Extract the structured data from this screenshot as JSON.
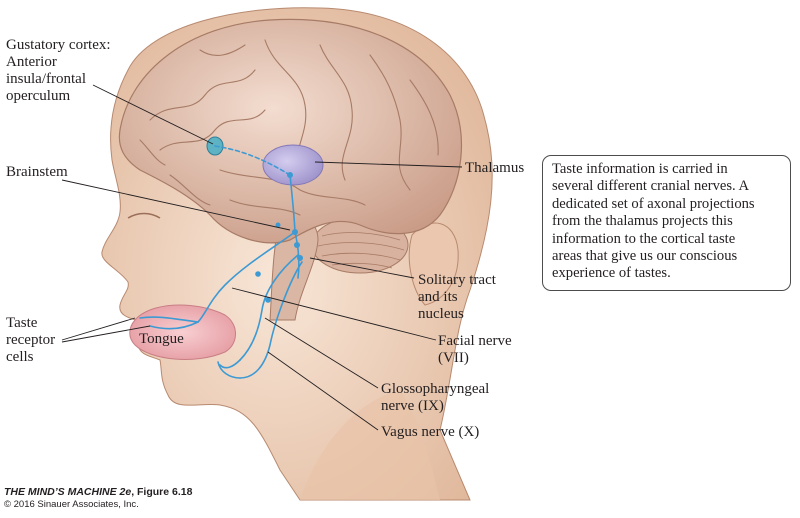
{
  "labels": {
    "gustatory_cortex": [
      "Gustatory cortex:",
      "Anterior",
      "insula/frontal",
      "operculum"
    ],
    "brainstem": "Brainstem",
    "thalamus": "Thalamus",
    "solitary_tract": [
      "Solitary tract",
      "and its",
      "nucleus"
    ],
    "taste_receptor_cells": [
      "Taste",
      "receptor",
      "cells"
    ],
    "tongue": "Tongue",
    "facial_nerve": [
      "Facial nerve",
      "(VII)"
    ],
    "glossopharyngeal_nerve": [
      "Glossopharyngeal",
      "nerve (IX)"
    ],
    "vagus_nerve": "Vagus nerve (X)"
  },
  "info_box": [
    "Taste information is carried in",
    "several different cranial nerves. A",
    "dedicated set of axonal projections",
    "from the thalamus projects this",
    "information to the cortical taste",
    "areas that give us our conscious",
    "experience of tastes."
  ],
  "credit": {
    "title_italic": "THE MIND’S MACHINE 2e",
    "title_rest": ", Figure 6.18",
    "copyright": "© 2016 Sinauer Associates, Inc."
  },
  "colors": {
    "skin": "#f2d7c1",
    "brain": "#e3c1ae",
    "thalamus": "#b9aedb",
    "nerve": "#3d9ad3",
    "cortex_spot": "#5db3c4",
    "tongue": "#f0b4b8"
  }
}
